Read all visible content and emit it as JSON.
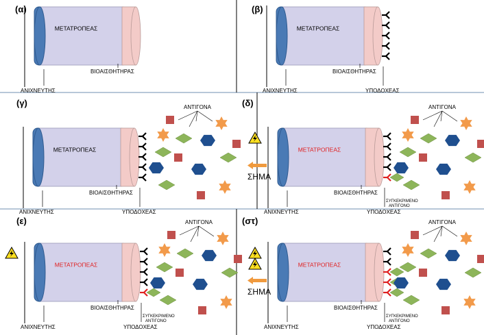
{
  "panels": [
    {
      "id": "a",
      "label": "(α)",
      "transducer_highlight": false,
      "receptors": false,
      "antigens": false,
      "signal": false,
      "hazard_count": 0,
      "bound_receptors": 0
    },
    {
      "id": "b",
      "label": "(β)",
      "transducer_highlight": false,
      "receptors": true,
      "antigens": false,
      "signal": false,
      "hazard_count": 0,
      "bound_receptors": 0
    },
    {
      "id": "c",
      "label": "(γ)",
      "transducer_highlight": false,
      "receptors": true,
      "antigens": true,
      "signal": false,
      "hazard_count": 0,
      "bound_receptors": 0
    },
    {
      "id": "d",
      "label": "(δ)",
      "transducer_highlight": true,
      "receptors": true,
      "antigens": true,
      "signal": true,
      "hazard_count": 1,
      "bound_receptors": 1
    },
    {
      "id": "e",
      "label": "(ε)",
      "transducer_highlight": true,
      "receptors": true,
      "antigens": true,
      "signal": false,
      "hazard_count": 1,
      "bound_receptors": 1
    },
    {
      "id": "f",
      "label": "(στ)",
      "transducer_highlight": true,
      "receptors": true,
      "antigens": true,
      "signal": true,
      "hazard_count": 2,
      "bound_receptors": 3
    }
  ],
  "text": {
    "transducer": "ΜΕΤΑΤΡΟΠΕΑΣ",
    "biosensor": "ΒΙΟΑΙΣΘΗΤΗΡΑΣ",
    "detector": "ΑΝΙΧΝΕΥΤΗΣ",
    "receptors": "ΥΠΟΔΟΧΕΑΣ",
    "antigens": "ΑΝΤΙΓΟΝΑ",
    "signal": "ΣΗΜΑ",
    "specific_antigen_line1": "ΣΥΓΚΕΚΡΙΜΕΝΟ",
    "specific_antigen_line2": "ΑΝΤΙΓΟΝΟ"
  },
  "colors": {
    "detector": "#4a7ab5",
    "detector_dark": "#2f5a8f",
    "transducer": "#d3d1ea",
    "biosensor_band": "#f3cbc8",
    "receptor": "#000000",
    "receptor_bound": "#e02020",
    "transducer_text": "#000000",
    "transducer_text_active": "#e02020",
    "star": "#f29a4a",
    "diamond": "#8db55a",
    "hexagon": "#1f4f8f",
    "square": "#c0504d",
    "signal_arrow": "#f09a3e",
    "hazard_fill": "#ffe020"
  }
}
